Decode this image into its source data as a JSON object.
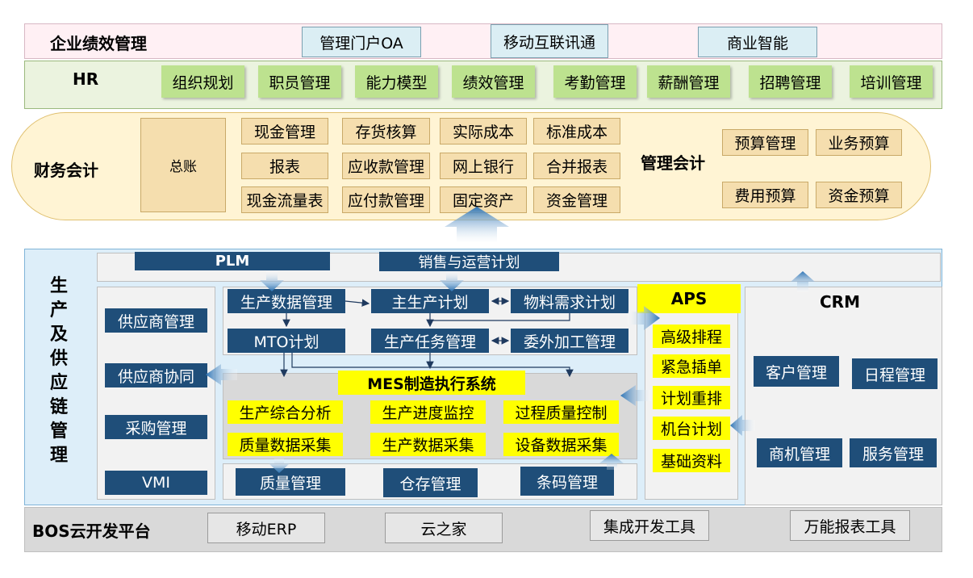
{
  "top": {
    "title": "企业绩效管理",
    "items": [
      "管理门户OA",
      "移动互联讯通",
      "商业智能"
    ]
  },
  "hr": {
    "title": "HR",
    "items": [
      "组织规划",
      "职员管理",
      "能力模型",
      "绩效管理",
      "考勤管理",
      "薪酬管理",
      "招聘管理",
      "培训管理"
    ]
  },
  "finance": {
    "title": "财务会计",
    "ledger": "总账",
    "col1": [
      "现金管理",
      "报表",
      "现金流量表"
    ],
    "col2": [
      "存货核算",
      "应收款管理",
      "应付款管理"
    ],
    "col3": [
      "实际成本",
      "网上银行",
      "固定资产"
    ],
    "col4": [
      "标准成本",
      "合并报表",
      "资金管理"
    ],
    "mgmt_title": "管理会计",
    "mgmt_items": [
      "预算管理",
      "业务预算",
      "费用预算",
      "资金预算"
    ]
  },
  "production": {
    "title": "生产及供应链管理",
    "plm": "PLM",
    "sop": "销售与运营计划",
    "supply": [
      "供应商管理",
      "供应商协同",
      "采购管理",
      "VMI"
    ],
    "plan": {
      "prod_data": "生产数据管理",
      "mps": "主生产计划",
      "mrp": "物料需求计划",
      "mto": "MTO计划",
      "task": "生产任务管理",
      "outsource": "委外加工管理"
    },
    "mes": {
      "title": "MES制造执行系统",
      "items": [
        "生产综合分析",
        "生产进度监控",
        "过程质量控制",
        "质量数据采集",
        "生产数据采集",
        "设备数据采集"
      ]
    },
    "bottom": [
      "质量管理",
      "仓存管理",
      "条码管理"
    ],
    "aps": {
      "title": "APS",
      "items": [
        "高级排程",
        "紧急插单",
        "计划重排",
        "机台计划",
        "基础资料"
      ]
    },
    "crm": {
      "title": "CRM",
      "items": [
        "客户管理",
        "日程管理",
        "商机管理",
        "服务管理"
      ]
    }
  },
  "bos": {
    "title": "BOS云开发平台",
    "items": [
      "移动ERP",
      "云之家",
      "集成开发工具",
      "万能报表工具"
    ]
  },
  "colors": {
    "navy": "#1f4e79",
    "yellow": "#ffff00",
    "hr_green": "#bde28f",
    "finance_tan": "#f5deae",
    "arrow_blue": "#2e75b6"
  }
}
